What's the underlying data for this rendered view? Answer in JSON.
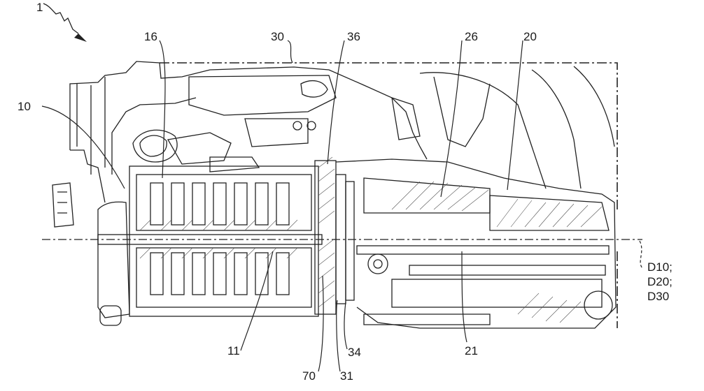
{
  "figure": {
    "type": "patent-drawing",
    "subject": "sectional view of drive unit: engine, clutch/separating element and transmission on common axis",
    "reference_numerals": {
      "assembly": "1",
      "engine": "10",
      "crankshaft": "11",
      "engine_housing": "16",
      "transmission": "20",
      "transmission_shaft": "21",
      "transmission_housing": "26",
      "upper_frame": "30",
      "clutch_disc": "31",
      "clutch_part": "34",
      "flywheel_housing": "36",
      "damper": "70"
    },
    "axis_label": {
      "line1": "D10;",
      "line2": "D20;",
      "line3": "D30"
    }
  }
}
